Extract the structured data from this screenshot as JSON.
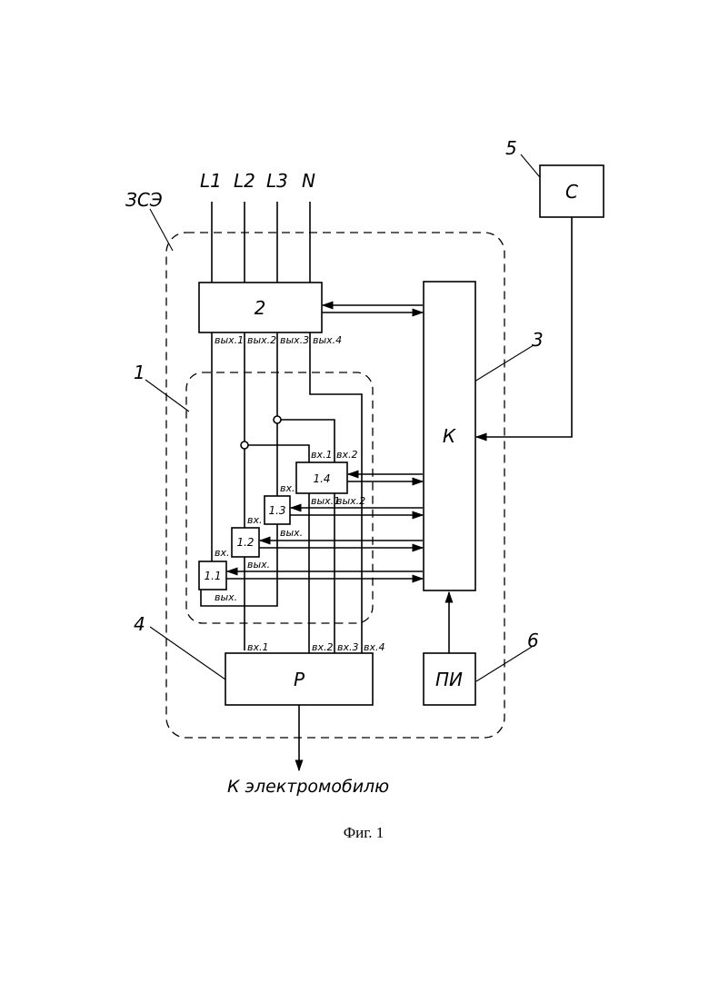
{
  "diagram": {
    "lines": {
      "l1": "L1",
      "l2": "L2",
      "l3": "L3",
      "n": "N"
    },
    "station_label": "ЗСЭ",
    "refs": {
      "r1": "1",
      "r3": "3",
      "r4": "4",
      "r5": "5",
      "r6": "6"
    },
    "blocks": {
      "b2": "2",
      "k": "К",
      "c": "С",
      "p": "Р",
      "pi": "ПИ",
      "b11": "1.1",
      "b12": "1.2",
      "b13": "1.3",
      "b14": "1.4"
    },
    "ports": {
      "out1": "вых.1",
      "out2": "вых.2",
      "out3": "вых.3",
      "out4": "вых.4",
      "b14_in1": "вх.1",
      "b14_in2": "вх.2",
      "b14_out1": "вых.1",
      "b14_out2": "вых.2",
      "b13_in": "вх.",
      "b13_out": "вых.",
      "b12_in": "вх.",
      "b12_out": "вых.",
      "b11_in": "вх.",
      "b11_out": "вых.",
      "p_in1": "вх.1",
      "p_in2": "вх.2",
      "p_in3": "вх.3",
      "p_in4": "вх.4"
    },
    "output_label": "К электромобилю",
    "caption": "Фиг. 1"
  }
}
